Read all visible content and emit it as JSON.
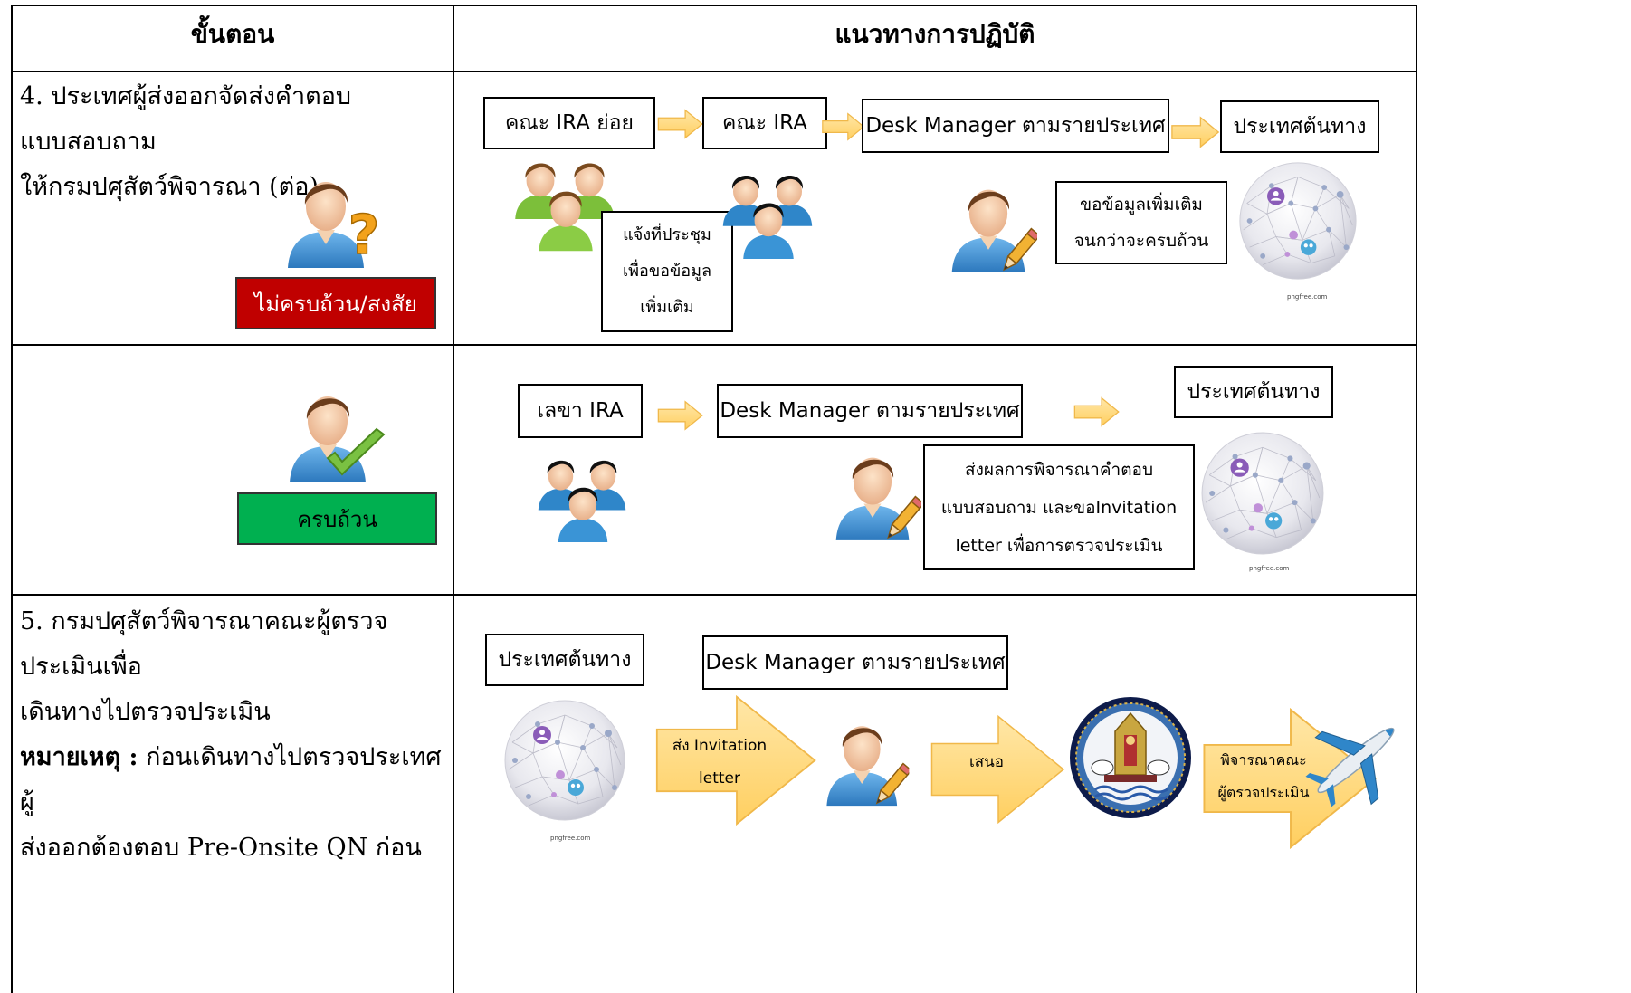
{
  "header": {
    "col1": "ขั้นตอน",
    "col2": "แนวทางการปฏิบัติ"
  },
  "row1": {
    "step_line1": "4. ประเทศผู้ส่งออกจัดส่งคำตอบแบบสอบถาม",
    "step_line2": "ให้กรมปศุสัตว์พิจารณา (ต่อ)",
    "status": "ไม่ครบถ้วน/สงสัย",
    "status_color": "#c00000",
    "box1": "คณะ IRA ย่อย",
    "box2": "คณะ IRA",
    "box3": "Desk Manager ตามรายประเทศ",
    "box4": "ประเทศต้นทาง",
    "note_meeting": [
      "แจ้งที่ประชุม",
      "เพื่อขอข้อมูล",
      "เพิ่มเติม"
    ],
    "note_request": [
      "ขอข้อมูลเพิ่มเติม",
      "จนกว่าจะครบถ้วน"
    ]
  },
  "row2": {
    "status": "ครบถ้วน",
    "status_color": "#00b050",
    "box1": "เลขา IRA",
    "box2": "Desk Manager ตามรายประเทศ",
    "box3": "ประเทศต้นทาง",
    "note": [
      "ส่งผลการพิจารณาคำตอบ",
      "แบบสอบถาม และขอInvitation",
      "letter เพื่อการตรวจประเมิน"
    ]
  },
  "row3": {
    "step_line1": "5. กรมปศุสัตว์พิจารณาคณะผู้ตรวจประเมินเพื่อ",
    "step_line2": "เดินทางไปตรวจประเมิน",
    "note_label": "หมายเหตุ :",
    "note_line1": " ก่อนเดินทางไปตรวจประเทศผู้",
    "note_line2": "ส่งออกต้องตอบ Pre-Onsite QN ก่อน",
    "box1": "ประเทศต้นทาง",
    "box2": "Desk Manager ตามรายประเทศ",
    "arrow1": [
      "ส่ง Invitation",
      "letter"
    ],
    "arrow2": "เสนอ",
    "arrow3": [
      "พิจารณาคณะ",
      "ผู้ตรวจประเมิน"
    ]
  },
  "watermark": "pngfree.com",
  "icons": [
    "user-question-icon",
    "user-check-icon",
    "user-edit-icon",
    "group-green-icon",
    "group-blue-icon",
    "globe-icon",
    "dld-seal-icon",
    "airplane-icon",
    "arrow-right-icon"
  ],
  "colors": {
    "arrow_fill": "#ffd77a",
    "arrow_stroke": "#f0b84a",
    "user_shirt": "#3a8fd1",
    "user_face": "#f5c9a0",
    "user_hair": "#6b3d1c"
  }
}
